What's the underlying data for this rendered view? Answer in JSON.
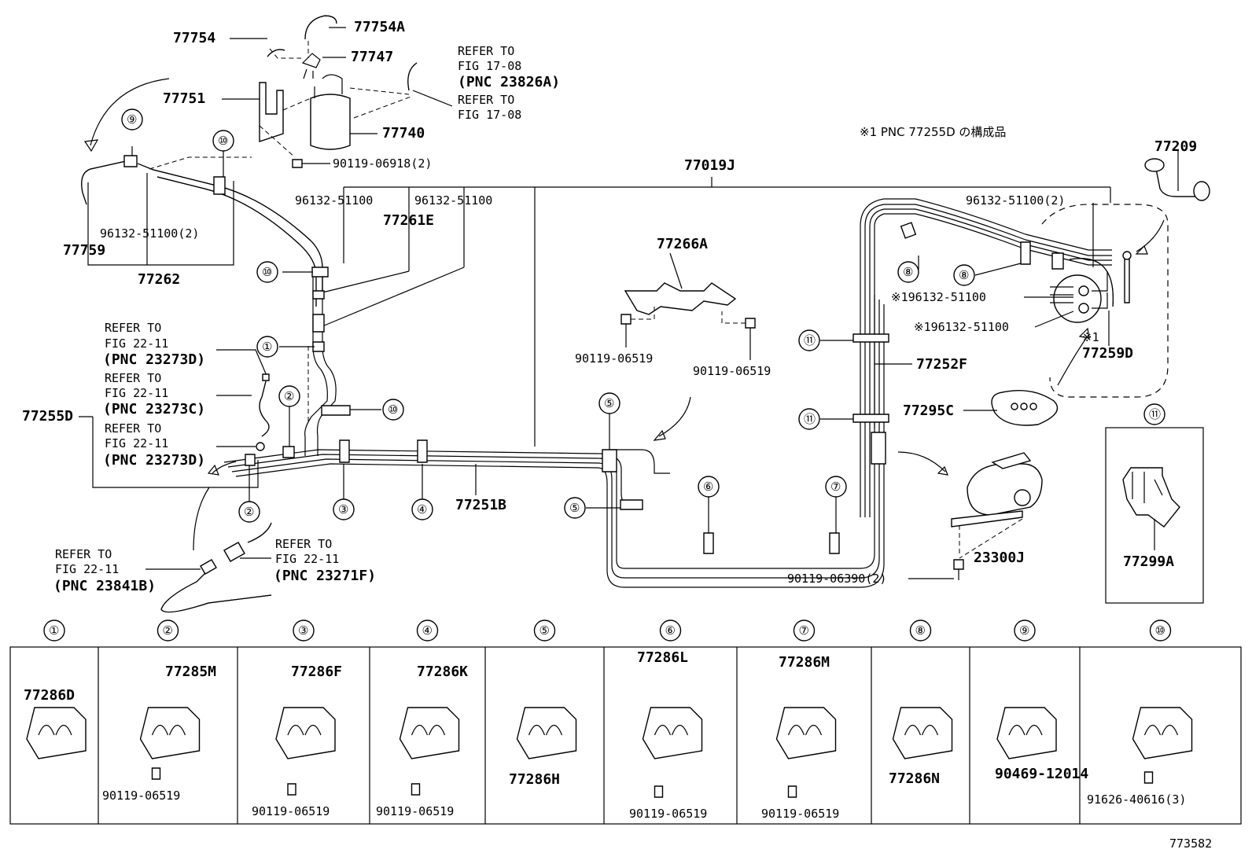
{
  "note": "※1 PNC 77255D の構成品",
  "figure_id": "773582",
  "labels": {
    "p77754": "77754",
    "p77754a": "77754A",
    "p77747": "77747",
    "p77751": "77751",
    "p77740": "77740",
    "p90119_06918": "90119-06918(2)",
    "refer_1708_a": "REFER TO",
    "refer_1708_b": "FIG 17-08",
    "pnc_23826a": "(PNC 23826A)",
    "refer_1708_c": "REFER TO",
    "refer_1708_d": "FIG 17-08",
    "p77759": "77759",
    "p96132_2a": "96132-51100(2)",
    "p77262": "77262",
    "p96132_a": "96132-51100",
    "p96132_b": "96132-51100",
    "p77261e": "77261E",
    "p77019j": "77019J",
    "p77266a": "77266A",
    "p90119_06519_a": "90119-06519",
    "p90119_06519_b": "90119-06519",
    "p77255d": "77255D",
    "refer_a1": "REFER TO",
    "refer_a2": "FIG 22-11",
    "pnc_23273d_a": "(PNC 23273D)",
    "refer_b1": "REFER TO",
    "refer_b2": "FIG 22-11",
    "pnc_23273c": "(PNC 23273C)",
    "refer_c1": "REFER TO",
    "refer_c2": "FIG 22-11",
    "pnc_23273d_b": "(PNC 23273D)",
    "p77251b": "77251B",
    "refer_d1": "REFER TO",
    "refer_d2": "FIG 22-11",
    "pnc_23841b": "(PNC 23841B)",
    "refer_e1": "REFER TO",
    "refer_e2": "FIG 22-11",
    "pnc_23271f": "(PNC 23271F)",
    "p77209": "77209",
    "p96132_2b": "96132-51100(2)",
    "p96132_note1": "※196132-51100",
    "p96132_note2": "※196132-51100",
    "note_mark": "※1",
    "p77259d": "77259D",
    "p77252f": "77252F",
    "p77295c": "77295C",
    "p23300j": "23300J",
    "p90119_06390": "90119-06390(2)",
    "p77299a": "77299A"
  },
  "callouts": [
    "①",
    "②",
    "③",
    "④",
    "⑤",
    "⑥",
    "⑦",
    "⑧",
    "⑨",
    "⑩",
    "⑪"
  ],
  "table": [
    {
      "num": "①",
      "part": "77286D",
      "bolt": ""
    },
    {
      "num": "②",
      "part": "77285M",
      "bolt": "90119-06519"
    },
    {
      "num": "③",
      "part": "77286F",
      "bolt": "90119-06519"
    },
    {
      "num": "④",
      "part": "77286K",
      "bolt": "90119-06519"
    },
    {
      "num": "⑤",
      "part": "77286H",
      "bolt": ""
    },
    {
      "num": "⑥",
      "part": "77286L",
      "bolt": "90119-06519"
    },
    {
      "num": "⑦",
      "part": "77286M",
      "bolt": "90119-06519"
    },
    {
      "num": "⑧",
      "part": "77286N",
      "bolt": ""
    },
    {
      "num": "⑨",
      "part": "90469-12014",
      "bolt": ""
    },
    {
      "num": "⑩",
      "part": "",
      "bolt": "91626-40616(3)"
    }
  ]
}
